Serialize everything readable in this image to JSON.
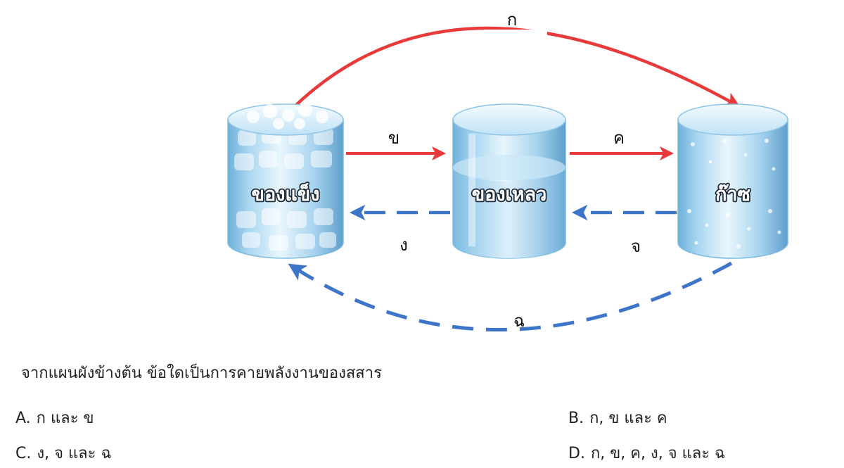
{
  "diagram": {
    "states": {
      "solid": "ของแข็ง",
      "liquid": "ของเหลว",
      "gas": "ก๊าซ"
    },
    "arrows": {
      "a": "ก",
      "b": "ข",
      "c": "ค",
      "d": "ง",
      "e": "จ",
      "f": "ฉ"
    },
    "colors": {
      "absorb_arrow": "#e83a3a",
      "release_arrow": "#3d75c9"
    }
  },
  "question": "จากแผนผังข้างต้น ข้อใดเป็นการคายพลังงานของสสาร",
  "choices": [
    {
      "letter": "A.",
      "text": "ก และ ข"
    },
    {
      "letter": "B.",
      "text": "ก, ข และ ค"
    },
    {
      "letter": "C.",
      "text": "ง, จ  และ ฉ"
    },
    {
      "letter": "D.",
      "text": "ก, ข, ค, ง, จ และ ฉ"
    }
  ]
}
